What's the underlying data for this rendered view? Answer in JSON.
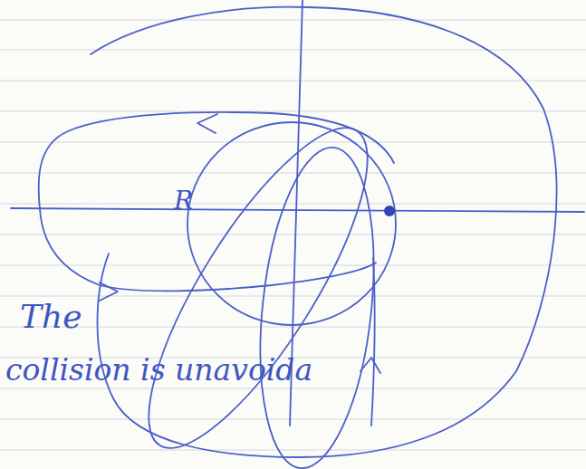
{
  "diagram": {
    "labels": [
      "R",
      "The",
      "collision is unavoida"
    ]
  }
}
